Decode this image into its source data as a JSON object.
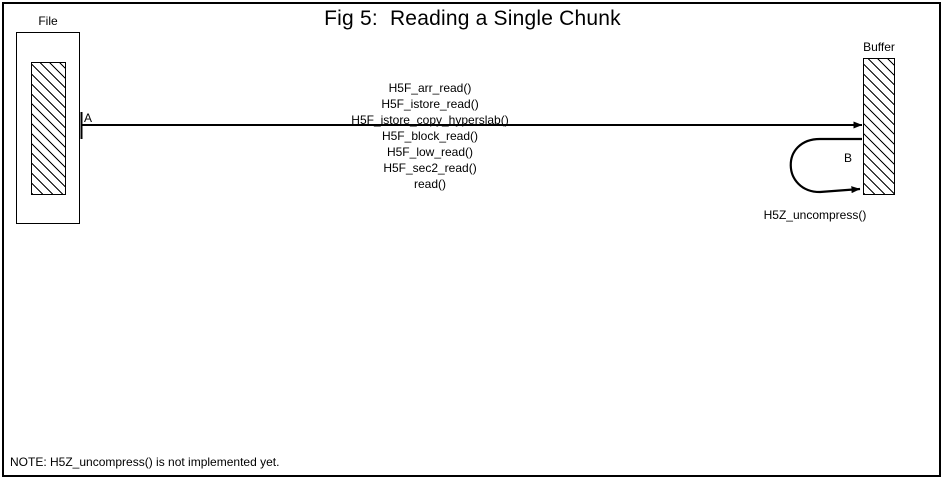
{
  "figure": {
    "title": "Fig 5:  Reading a Single Chunk"
  },
  "file_block": {
    "label": "File",
    "chunk_name": "file-chunk-hatched"
  },
  "buffer_block": {
    "label": "Buffer"
  },
  "arrows": {
    "main": {
      "label": "A",
      "direction": "left-to-right",
      "from": "File",
      "to": "Buffer"
    },
    "loop": {
      "label": "B",
      "caption": "H5Z_uncompress()"
    }
  },
  "call_stack": [
    "H5F_arr_read()",
    "H5F_istore_read()",
    "H5F_istore_copy_hyperslab()",
    "H5F_block_read()",
    "H5F_low_read()",
    "H5F_sec2_read()",
    "read()"
  ],
  "note": {
    "text": "NOTE: H5Z_uncompress() is not implemented yet."
  },
  "colors": {
    "ink": "#000000",
    "paper": "#ffffff"
  }
}
